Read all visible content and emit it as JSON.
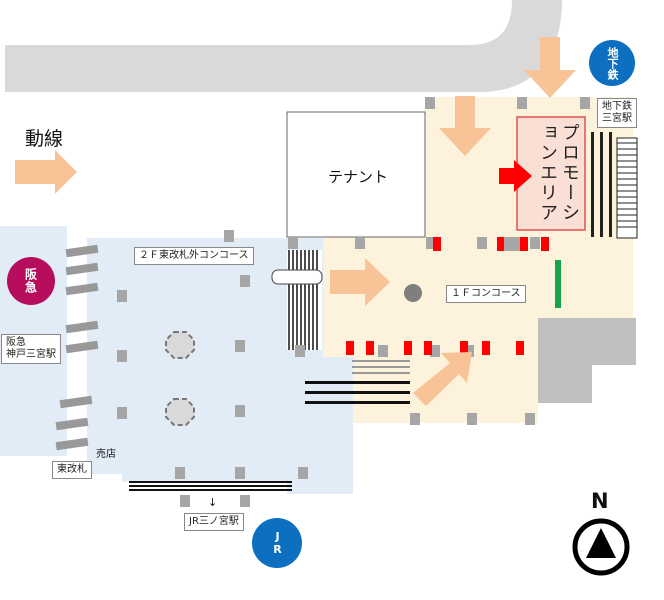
{
  "legend": {
    "flow_label": "動線"
  },
  "areas": {
    "tenant": "テナント",
    "promotion": "プロモーションエリア",
    "concourse_1f": "１Ｆコンコース",
    "concourse_2f": "２Ｆ東改札外コンコース"
  },
  "stations": {
    "hankyu_badge": "阪急",
    "hankyu_station": [
      "阪急",
      "神戸三宮駅"
    ],
    "subway_badge": "地下鉄",
    "subway_station": [
      "地下鉄",
      "三宮駅"
    ],
    "jr_badge": "JR",
    "jr_station": "JR三ノ宮駅",
    "jr_arrow": "↓"
  },
  "labels": {
    "shop": "売店",
    "east_gate": "東改札"
  },
  "compass": "N",
  "colors": {
    "flow_arrow": "#f8c397",
    "concourse_1f_bg": "#fdf2db",
    "concourse_2f_bg": "#e1ecf7",
    "promotion_bg": "#fadfd5",
    "promotion_border": "#e05050",
    "hankyu": "#b60e5c",
    "subway": "#0d6fc0",
    "jr": "#0d6fc0",
    "road": "#d9d9d9"
  }
}
